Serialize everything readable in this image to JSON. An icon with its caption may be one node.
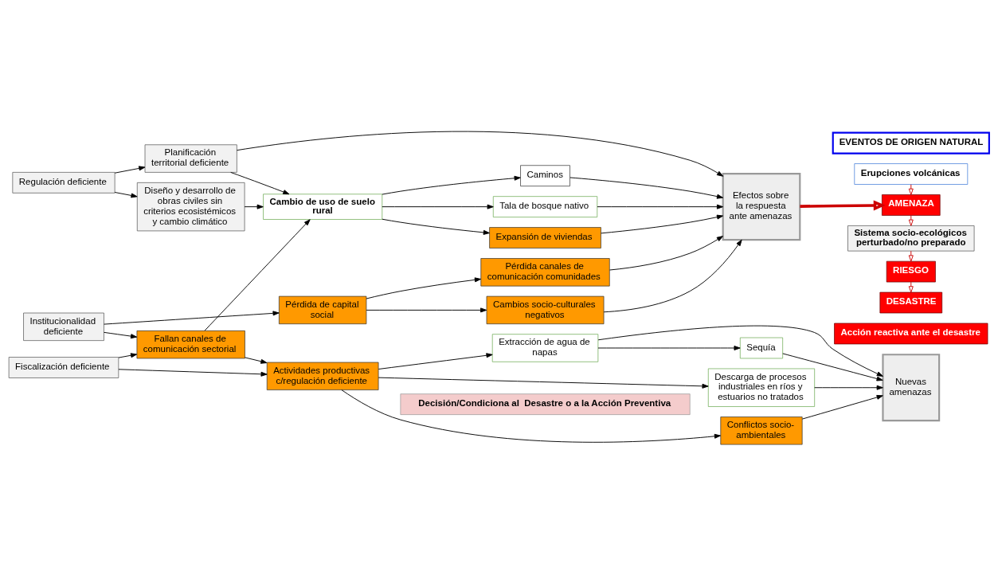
{
  "diagram": {
    "nodes": [
      {
        "text": [
          "Institucionalidad deficiente"
        ]
      },
      {
        "text": [
          "Pérdida de capital social"
        ]
      },
      {
        "text": [
          "Pérdida canales de comunicación comunidades"
        ]
      },
      {
        "text": [
          "Cambios socio-culturales negativos"
        ]
      },
      {
        "text": [
          "Efectos sobre la respuesta ante amenazas"
        ]
      },
      {
        "text": [
          "EVENTOS DE ORIGEN NATURAL"
        ]
      },
      {
        "text": [
          "Erupciones volcánicas"
        ]
      },
      {
        "text": [
          "Regulación deficiente"
        ]
      },
      {
        "text": [
          "Planificación territorial deficiente"
        ]
      },
      {
        "text": [
          "Expansión de viviendas"
        ]
      },
      {
        "text": [
          "AMENAZA"
        ]
      },
      {
        "text": [
          "Diseño y desarrollo de obras civiles sin criterios ecosistémicos y cambio climático"
        ]
      },
      {
        "text": [
          "Cambio de uso de suelo rural"
        ]
      },
      {
        "text": [
          "Caminos"
        ]
      },
      {
        "text": [
          "Tala de bosque nativo"
        ]
      },
      {
        "text": [
          "Sistema socio-ecológicos perturbado/no preparado"
        ]
      },
      {
        "text": [
          "Fallan canales de comunicación sectorial"
        ]
      },
      {
        "text": [
          "Conflictos socio-ambientales"
        ]
      },
      {
        "text": [
          "Nuevas amenazas"
        ]
      },
      {
        "text": [
          "Descarga de procesos industriales en ríos y estuarios no tratados"
        ]
      },
      {
        "text": [
          "Extracción de agua de napas"
        ]
      },
      {
        "text": [
          "Sequía"
        ]
      },
      {
        "text": [
          "RIESGO"
        ]
      },
      {
        "text": [
          "Fiscalización deficiente"
        ]
      },
      {
        "text": [
          "Actividades productivas c/regulación deficiente"
        ]
      },
      {
        "text": [
          "DESASTRE"
        ]
      },
      {
        "text": [
          "Decisión/Condiciona al  Desastre o a la Acción Preventiva"
        ]
      },
      {
        "text": [
          "Acción reactiva ante el desastre"
        ]
      }
    ],
    "edges": [
      {
        "from": 0,
        "to": 1,
        "arrow": "to"
      },
      {
        "from": 1,
        "to": 2,
        "arrow": "to"
      },
      {
        "from": 1,
        "to": 3,
        "arrow": "to"
      },
      {
        "from": 2,
        "to": 4,
        "arrow": "to"
      },
      {
        "from": 3,
        "to": 4,
        "arrow": "to"
      },
      {
        "from": 7,
        "to": 8,
        "arrow": "to"
      },
      {
        "from": 8,
        "to": 4,
        "arrow": "to"
      },
      {
        "from": 9,
        "to": 4,
        "arrow": "to"
      },
      {
        "from": 13,
        "to": 4,
        "arrow": "to"
      },
      {
        "from": 14,
        "to": 4,
        "arrow": "to"
      },
      {
        "from": 7,
        "to": 11,
        "arrow": "to"
      },
      {
        "from": 8,
        "to": 12,
        "arrow": "to"
      },
      {
        "from": 11,
        "to": 12,
        "arrow": "to"
      },
      {
        "from": 12,
        "to": 9,
        "arrow": "to"
      },
      {
        "from": 12,
        "to": 13,
        "arrow": "to"
      },
      {
        "from": 12,
        "to": 14,
        "arrow": "to"
      },
      {
        "from": 0,
        "to": 16,
        "arrow": "to"
      },
      {
        "from": 23,
        "to": 16,
        "arrow": "to"
      },
      {
        "from": 16,
        "to": 12,
        "arrow": "to"
      },
      {
        "from": 16,
        "to": 24,
        "arrow": "to"
      },
      {
        "from": 23,
        "to": 24,
        "arrow": "to"
      },
      {
        "from": 24,
        "to": 17,
        "arrow": "to"
      },
      {
        "from": 24,
        "to": 19,
        "arrow": "to"
      },
      {
        "from": 24,
        "to": 20,
        "arrow": "to"
      },
      {
        "from": 20,
        "to": 21,
        "arrow": "to"
      },
      {
        "from": 17,
        "to": 18,
        "arrow": "to"
      },
      {
        "from": 19,
        "to": 18,
        "arrow": "to"
      },
      {
        "from": 20,
        "to": 18,
        "arrow": "to"
      },
      {
        "from": 21,
        "to": 18,
        "arrow": "to"
      },
      {
        "from": 4,
        "to": 10,
        "arrow": "to",
        "style": "thick",
        "color": "#cc0000"
      },
      {
        "from": 6,
        "to": 10,
        "arrow": "to",
        "color": "#cc0000"
      },
      {
        "from": 10,
        "to": 15,
        "arrow": "to",
        "color": "#cc0000"
      },
      {
        "from": 15,
        "to": 22,
        "arrow": "to",
        "color": "#cc0000"
      },
      {
        "from": 22,
        "to": 25,
        "arrow": "to",
        "color": "#cc0000"
      }
    ]
  }
}
